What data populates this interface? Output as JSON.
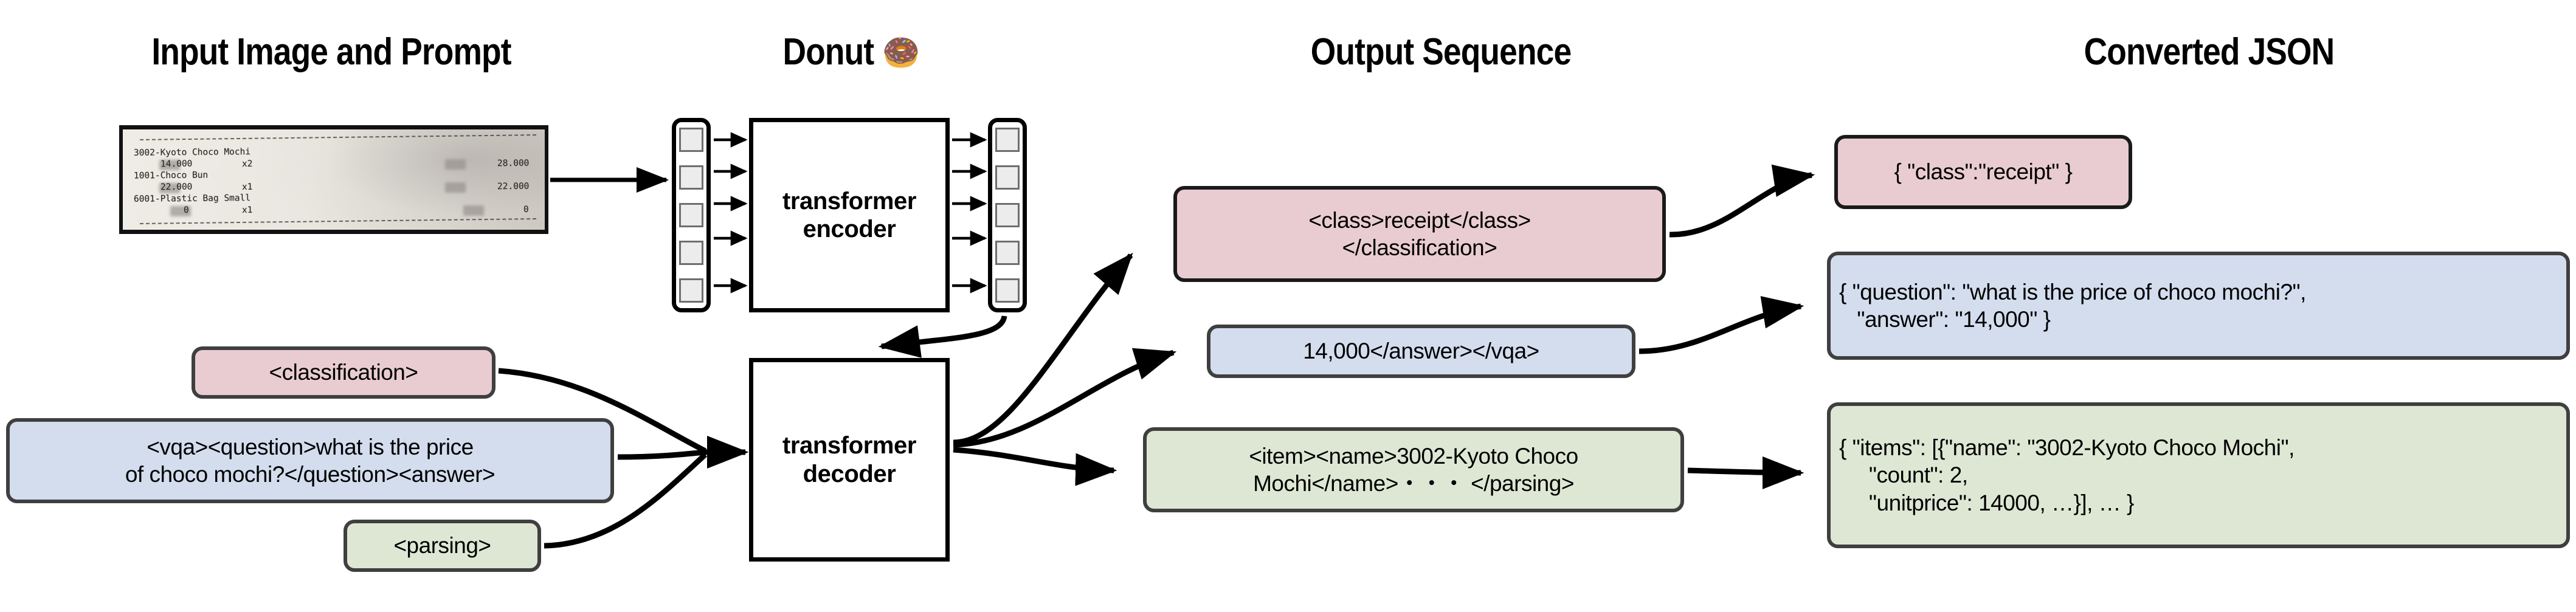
{
  "headings": {
    "input": "Input Image and Prompt",
    "donut": "Donut",
    "donut_emoji": "🍩",
    "output": "Output Sequence",
    "json": "Converted JSON"
  },
  "receipt": {
    "lines": [
      {
        "name": "3002-Kyoto Choco Mochi",
        "price": "14.000",
        "qty": "x2",
        "total": "28.000"
      },
      {
        "name": "1001-Choco Bun",
        "price": "22.000",
        "qty": "x1",
        "total": "22.000"
      },
      {
        "name": "6001-Plastic Bag Small",
        "price": "0",
        "qty": "x1",
        "total": "0"
      }
    ]
  },
  "blocks": {
    "encoder": "transformer\nencoder",
    "decoder": "transformer\ndecoder"
  },
  "tokens": {
    "input_count": 5,
    "output_count": 5
  },
  "prompts": [
    {
      "id": "classification",
      "color": "#e9ccd1",
      "text": "<classification>"
    },
    {
      "id": "vqa",
      "color": "#d3ddee",
      "text": "<vqa><question>what is the price\nof choco mochi?</question><answer>"
    },
    {
      "id": "parsing",
      "color": "#dee7d4",
      "text": "<parsing>"
    }
  ],
  "output_sequence": [
    {
      "id": "classification",
      "color": "#e9ccd1",
      "text": "<class>receipt</class>\n</classification>"
    },
    {
      "id": "vqa",
      "color": "#d3ddee",
      "text": "14,000</answer></vqa>"
    },
    {
      "id": "parsing",
      "color": "#dee7d4",
      "text": "<item><name>3002-Kyoto Choco\nMochi</name>・・・ </parsing>"
    }
  ],
  "converted_json": [
    {
      "id": "classification",
      "color": "#e9ccd1",
      "text": "{ \"class\":\"receipt\" }"
    },
    {
      "id": "vqa",
      "color": "#d3ddee",
      "text": "{ \"question\": \"what is the price of choco mochi?\",\n   \"answer\": \"14,000\" }"
    },
    {
      "id": "parsing",
      "color": "#dee7d4",
      "text": "{ \"items\": [{\"name\": \"3002-Kyoto Choco Mochi\",\n     \"count\": 2,\n     \"unitprice\": 14000, …}], … }"
    }
  ],
  "colors": {
    "pink": "#e9ccd1",
    "blue": "#d3ddee",
    "green": "#dee7d4",
    "box_border": "#3f3f3f",
    "block_border": "#000000",
    "token_fill": "#ececec",
    "token_border": "#6e6e6e",
    "background": "#ffffff"
  }
}
